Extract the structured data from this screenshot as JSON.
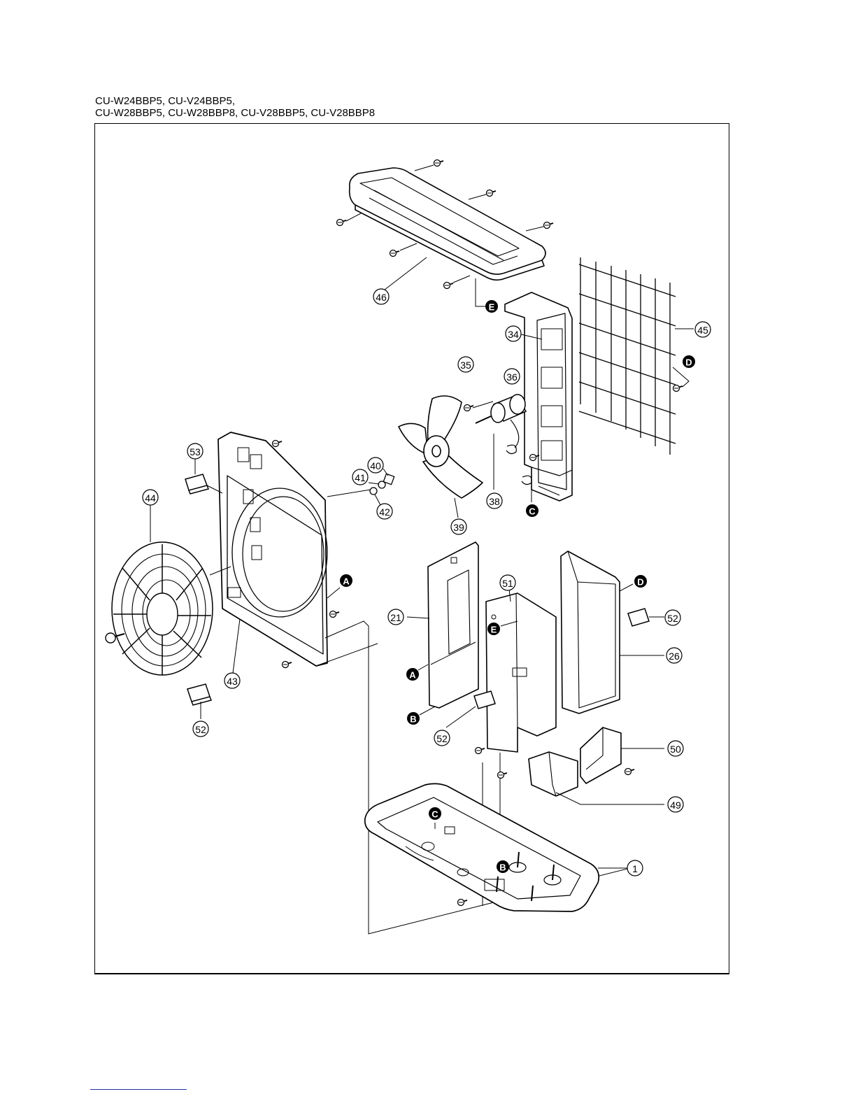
{
  "header": {
    "line1": "CU-W24BBP5, CU-V24BBP5,",
    "line2": "CU-W28BBP5, CU-W28BBP8, CU-V28BBP5, CU-V28BBP8"
  },
  "parts": [
    {
      "id": "p46",
      "label": "46"
    },
    {
      "id": "p34",
      "label": "34"
    },
    {
      "id": "p45",
      "label": "45"
    },
    {
      "id": "p35",
      "label": "35"
    },
    {
      "id": "p36",
      "label": "36"
    },
    {
      "id": "p53",
      "label": "53"
    },
    {
      "id": "p44",
      "label": "44"
    },
    {
      "id": "p40",
      "label": "40"
    },
    {
      "id": "p41",
      "label": "41"
    },
    {
      "id": "p42",
      "label": "42"
    },
    {
      "id": "p38",
      "label": "38"
    },
    {
      "id": "p39",
      "label": "39"
    },
    {
      "id": "p51",
      "label": "51"
    },
    {
      "id": "p21",
      "label": "21"
    },
    {
      "id": "p52a",
      "label": "52"
    },
    {
      "id": "p26",
      "label": "26"
    },
    {
      "id": "p43",
      "label": "43"
    },
    {
      "id": "p52b",
      "label": "52"
    },
    {
      "id": "p52c",
      "label": "52"
    },
    {
      "id": "p50",
      "label": "50"
    },
    {
      "id": "p49",
      "label": "49"
    },
    {
      "id": "p1",
      "label": "1"
    }
  ],
  "connectors": [
    {
      "id": "E1",
      "label": "E"
    },
    {
      "id": "D1",
      "label": "D"
    },
    {
      "id": "C1",
      "label": "C"
    },
    {
      "id": "A1",
      "label": "A"
    },
    {
      "id": "D2",
      "label": "D"
    },
    {
      "id": "E2",
      "label": "E"
    },
    {
      "id": "A2",
      "label": "A"
    },
    {
      "id": "B1",
      "label": "B"
    },
    {
      "id": "C2",
      "label": "C"
    },
    {
      "id": "B2",
      "label": "B"
    }
  ]
}
